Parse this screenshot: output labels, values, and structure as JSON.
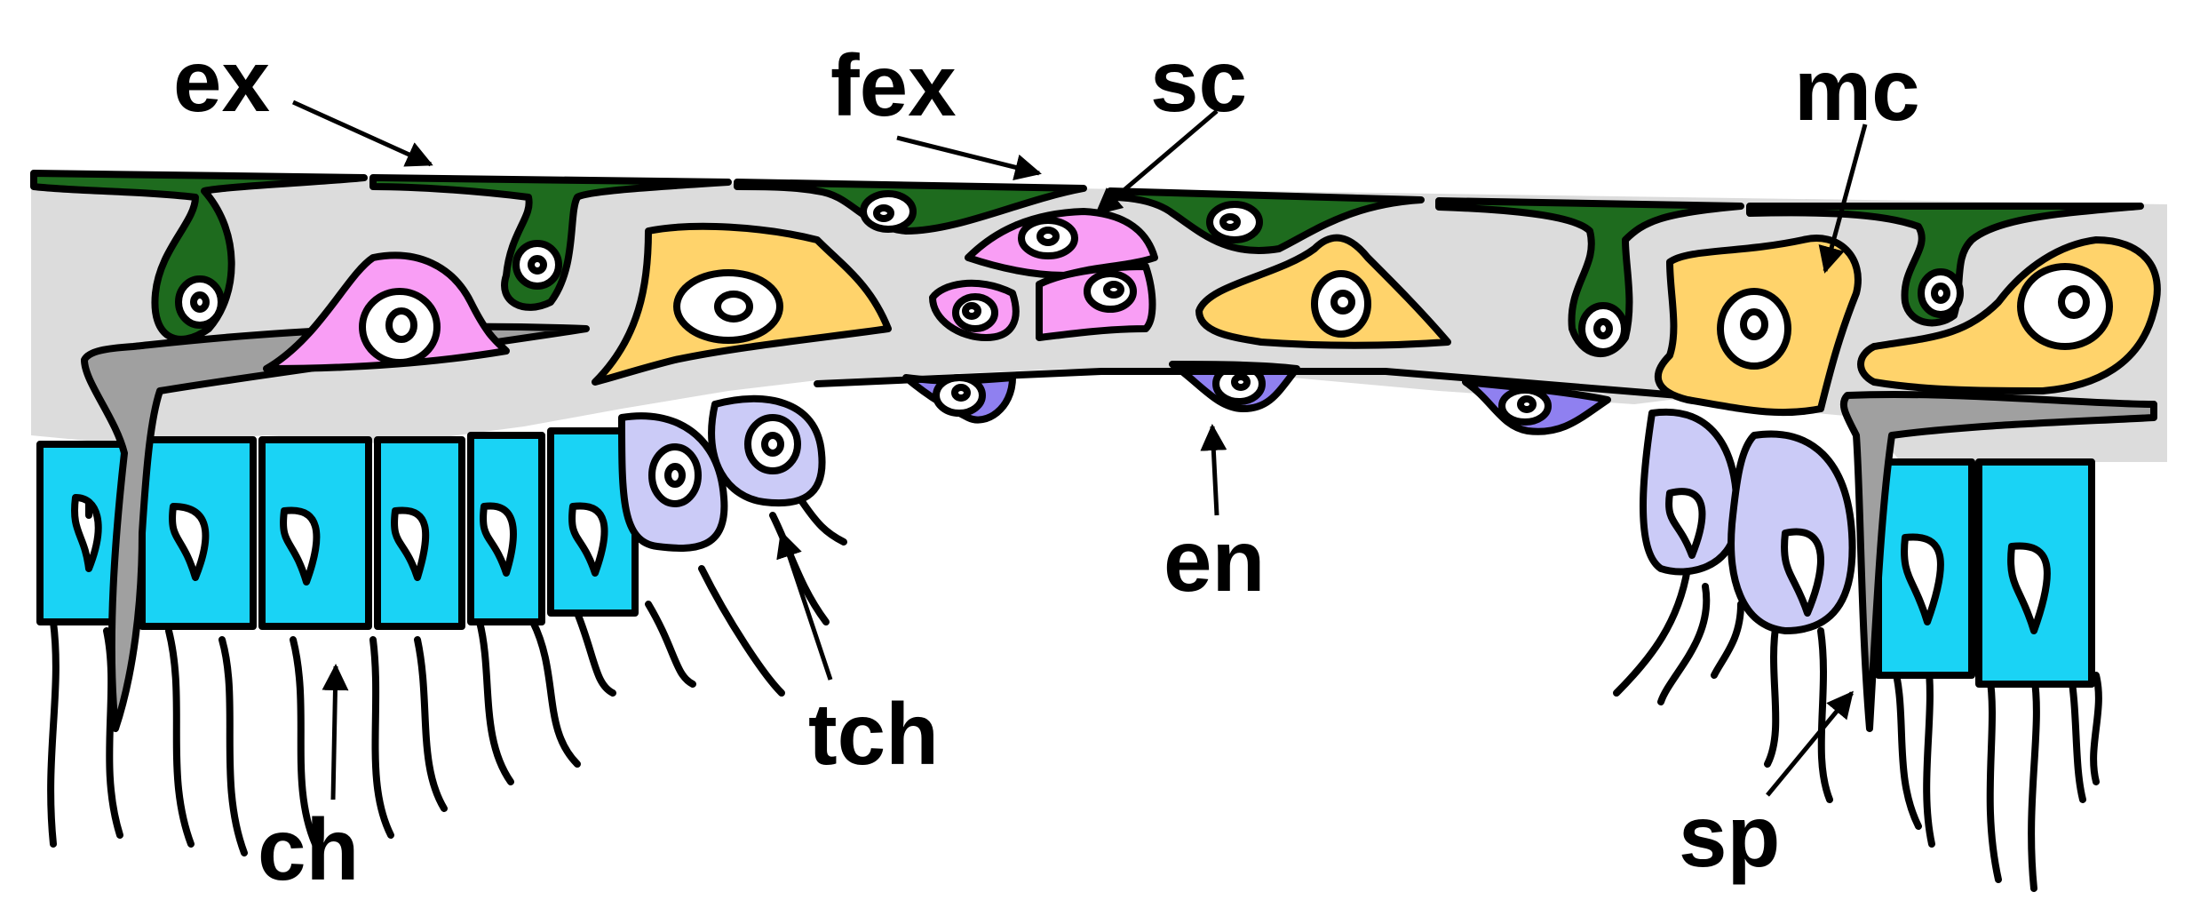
{
  "labels": {
    "ex": "ex",
    "fex": "fex",
    "sc": "sc",
    "mc": "mc",
    "en": "en",
    "ch": "ch",
    "tch": "tch",
    "sp": "sp"
  },
  "colors": {
    "mesoglea_gray": "#dcdcdc",
    "ectoderm_green": "#1e6b1e",
    "myocyte_yellow": "#ffd36b",
    "stem_pink": "#f99ef5",
    "choanocyte_cyan": "#1ad3f5",
    "thecate_lavender": "#cbcbf7",
    "endothelial_purple": "#8f80f0",
    "spicule_gray": "#a0a0a0"
  }
}
